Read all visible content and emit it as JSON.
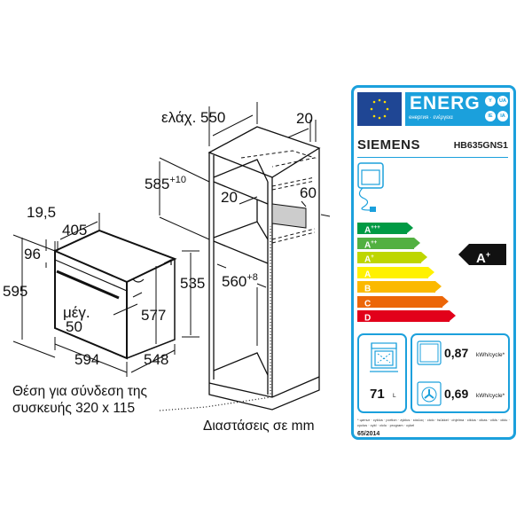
{
  "drawing": {
    "dims": {
      "min_550": "ελάχ. 550",
      "d20_top": "20",
      "d585": "585",
      "d585_tol": "+10",
      "d20_mid": "20",
      "d60": "60",
      "d560": "560",
      "d560_tol": "+8",
      "d19_5": "19,5",
      "d405": "405",
      "d96": "96",
      "d595": "595",
      "max_label": "μέγ.",
      "max_val": "50",
      "d577": "577",
      "d535": "535",
      "d594": "594",
      "d548": "548"
    },
    "connection_note_line1": "Θέση για σύνδεση της",
    "connection_note_line2": "συσκευής 320 x 115",
    "units_note": "Διαστάσεις σε mm"
  },
  "energy_label": {
    "header_word": "ENERG",
    "header_sub": "енергия · ενέργεια",
    "languages": [
      "Y",
      "UA",
      "IE",
      "IA"
    ],
    "brand": "SIEMENS",
    "model": "HB635GNS1",
    "classes": [
      {
        "label": "A",
        "plus": "+++",
        "color": "#009a44"
      },
      {
        "label": "A",
        "plus": "++",
        "color": "#52b041"
      },
      {
        "label": "A",
        "plus": "+",
        "color": "#bed600"
      },
      {
        "label": "A",
        "plus": "",
        "color": "#fff100"
      },
      {
        "label": "B",
        "plus": "",
        "color": "#fbb900"
      },
      {
        "label": "C",
        "plus": "",
        "color": "#ec6608"
      },
      {
        "label": "D",
        "plus": "",
        "color": "#e2001a"
      }
    ],
    "rating": {
      "label": "A",
      "plus": "+"
    },
    "volume": "71",
    "volume_unit": "L",
    "conventional_energy": "0,87",
    "fan_energy": "0,69",
    "energy_unit": "kWh/cycle*",
    "footnote": "* ципъл · cyklus · portion · zyklus · κύκλος · ciclo · tsükkel · ohjelma · ciklus · cikas · cikls · ciklu · cyclus · cykl · ciclu · program · cykel",
    "regulation": "65/2014",
    "accent_color": "#1ba0dc"
  }
}
